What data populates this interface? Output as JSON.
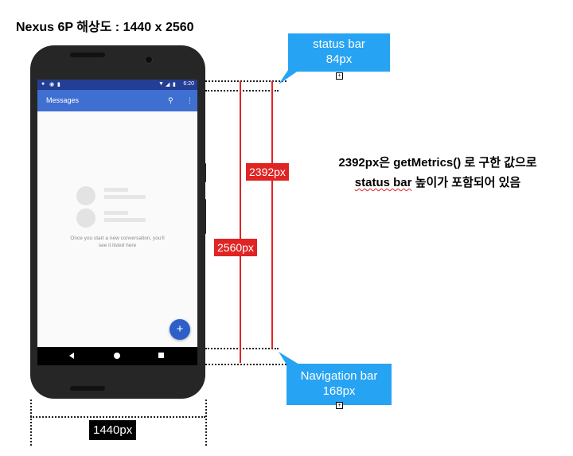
{
  "title": "Nexus 6P 해상도 : 1440 x 2560",
  "phone": {
    "status_time": "6:20",
    "app_title": "Messages",
    "empty_text_line1": "Once you start a new conversation, you'll",
    "empty_text_line2": "see it listed here",
    "fab_label": "+"
  },
  "labels": {
    "height_total": "2560px",
    "height_metrics": "2392px",
    "width_total": "1440px"
  },
  "callouts": {
    "status_bar_name": "status bar",
    "status_bar_size": "84px",
    "navigation_bar_name": "Navigation bar",
    "navigation_bar_size": "168px"
  },
  "note": {
    "line1": "2392px은 getMetrics() 로 구한 값으로",
    "line2_underlined": "status bar",
    "line2_rest": " 높이가 포함되어 있음"
  },
  "colors": {
    "red": "#e02424",
    "callout_blue": "#27a3f3",
    "app_bar": "#3f6fd1",
    "status_bar": "#233e95"
  }
}
